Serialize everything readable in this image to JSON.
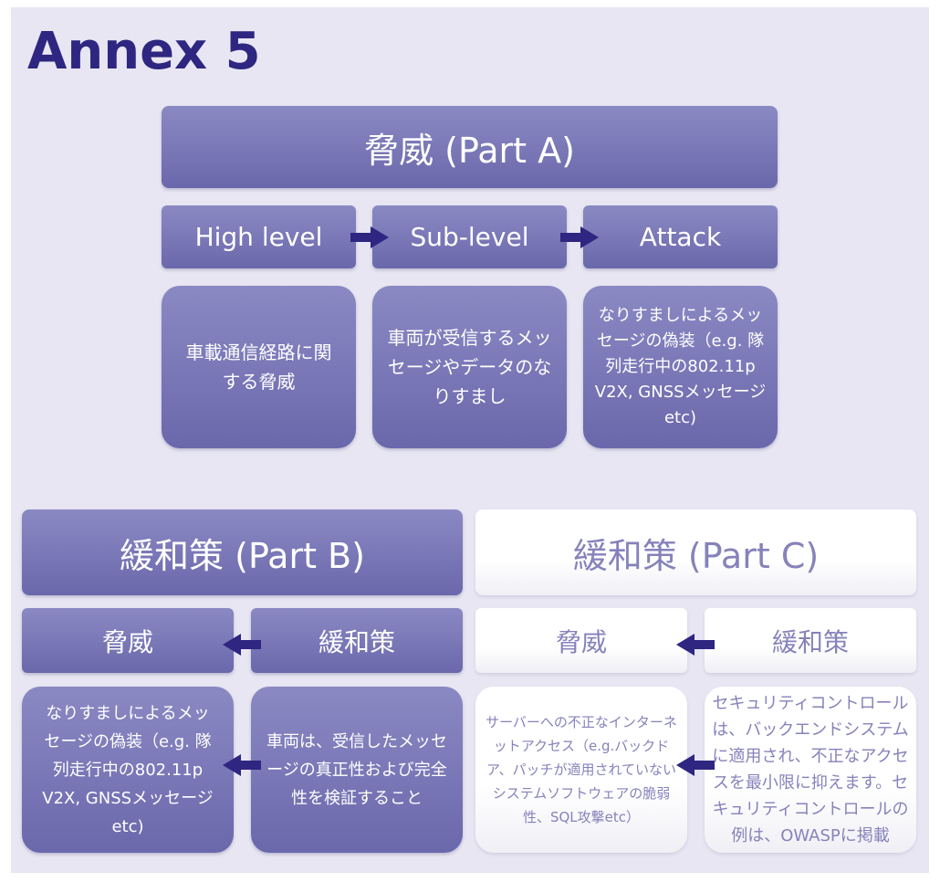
{
  "title": "Annex 5",
  "part_a": {
    "header": "脅威 (Part A)",
    "levels": [
      "High level",
      "Sub-level",
      "Attack"
    ],
    "descriptions": [
      "車載通信経路に関する脅威",
      "車両が受信するメッセージやデータのなりすまし",
      "なりすましによるメッセージの偽装（e.g. 隊列走行中の802.11p V2X, GNSSメッセージ etc)"
    ]
  },
  "part_b": {
    "header": "緩和策 (Part B)",
    "threat_label": "脅威",
    "mitigation_label": "緩和策",
    "threat_desc": "なりすましによるメッセージの偽装（e.g. 隊列走行中の802.11p V2X, GNSSメッセージ etc)",
    "mitigation_desc": "車両は、受信したメッセージの真正性および完全性を検証すること"
  },
  "part_c": {
    "header": "緩和策 (Part C)",
    "threat_label": "脅威",
    "mitigation_label": "緩和策",
    "threat_desc": "サーバーへの不正なインターネットアクセス（e.g.バックドア、パッチが適用されていないシステムソフトウェアの脆弱性、SQL攻撃etc）",
    "mitigation_desc": "セキュリティコントロールは、バックエンドシステムに適用され、不正なアクセスを最小限に抑えます。セキュリティコントロールの例は、OWASPに掲載"
  },
  "colors": {
    "title": "#2e2680",
    "box_dark": "#7a78b8",
    "box_light": "#ffffff",
    "arrow": "#2e2680",
    "background": "#e7e6f2"
  },
  "icons": [
    "arrow-right-icon",
    "arrow-left-icon"
  ]
}
